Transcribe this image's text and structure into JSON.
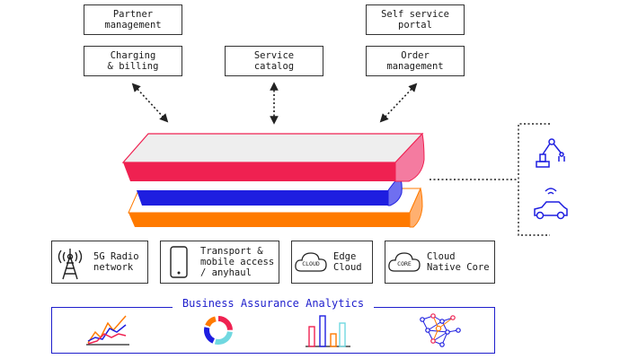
{
  "top_boxes": {
    "partner": "Partner\nmanagement",
    "charging": "Charging\n& billing",
    "catalog": "Service\ncatalog",
    "portal": "Self service\nportal",
    "order": "Order\nmanagement"
  },
  "layers": {
    "radio": "5G Radio\nnetwork",
    "transport": "Transport &\nmobile access\n/ anyhaul",
    "edge": "Edge\nCloud",
    "edge_badge": "CLOUD",
    "core": "Cloud\nNative Core",
    "core_badge": "CORE"
  },
  "analytics": {
    "title": "Business Assurance Analytics"
  },
  "colors": {
    "red": "#ef2151",
    "pink": "#f47ba0",
    "blue": "#1e1ee0",
    "blue_light": "#6f6ff0",
    "orange": "#ff7a00",
    "orange_light": "#ffb070",
    "grey_top": "#eeeeee",
    "analytics_blue": "#1e1ecc"
  },
  "icons": {
    "radio": "antenna-tower-icon",
    "transport": "smartphone-icon",
    "robot": "robot-arm-icon",
    "car": "connected-car-icon",
    "an1": "line-chart-icon",
    "an2": "donut-chart-icon",
    "an3": "bar-chart-icon",
    "an4": "network-graph-icon"
  }
}
